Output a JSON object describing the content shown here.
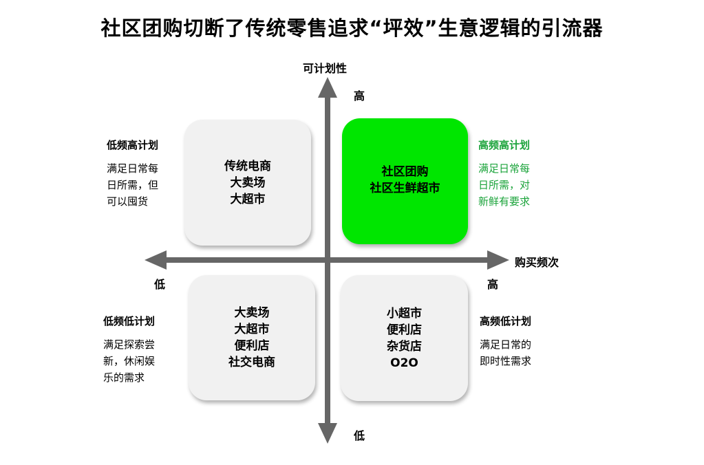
{
  "title": "社区团购切断了传统零售追求“坪效”生意逻辑的引流器",
  "axes": {
    "y_label": "可计划性",
    "y_high": "高",
    "y_low": "低",
    "x_label": "购买频次",
    "x_high": "高",
    "x_low": "低"
  },
  "quadrants": {
    "top_left": {
      "items": [
        "传统电商",
        "大卖场",
        "大超市"
      ],
      "heading": "低频高计划",
      "desc": [
        "满足日常每",
        "日所需，但",
        "可以囤货"
      ]
    },
    "top_right": {
      "items": [
        "社区团购",
        "社区生鲜超市"
      ],
      "heading": "高频高计划",
      "desc": [
        "满足日常每",
        "日所需，对",
        "新鲜有要求"
      ]
    },
    "bottom_left": {
      "items": [
        "大卖场",
        "大超市",
        "便利店",
        "社交电商"
      ],
      "heading": "低频低计划",
      "desc": [
        "满足探索尝",
        "新，休闲娱",
        "乐的需求"
      ]
    },
    "bottom_right": {
      "items": [
        "小超市",
        "便利店",
        "杂货店",
        "O2O"
      ],
      "heading": "高频低计划",
      "desc": [
        "满足日常的",
        "即时性需求"
      ]
    }
  },
  "colors": {
    "highlight": "#00e600",
    "highlight_text": "#1aa33a",
    "axis": "#666666",
    "box": "#f1f1f1"
  }
}
